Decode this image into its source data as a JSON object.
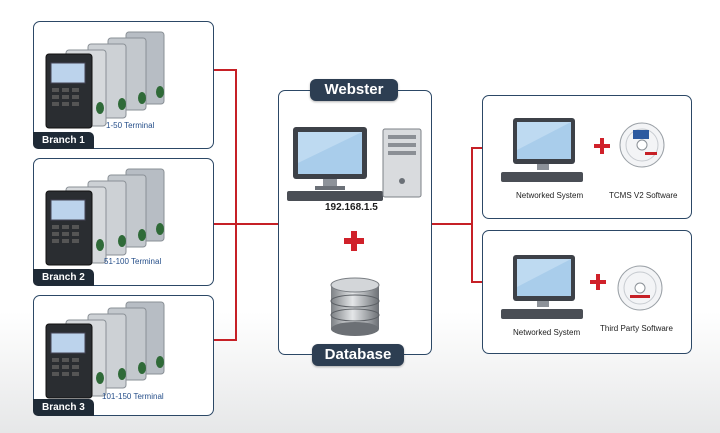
{
  "branches": [
    {
      "tag": "Branch 1",
      "terminal": "1-50 Terminal"
    },
    {
      "tag": "Branch 2",
      "terminal": "51-100 Terminal"
    },
    {
      "tag": "Branch 3",
      "terminal": "101-150 Terminal"
    }
  ],
  "server": {
    "title": "Webster",
    "ip": "192.168.1.5",
    "db_title": "Database"
  },
  "clients": [
    {
      "system": "Networked System",
      "software": "TCMS V2 Software"
    },
    {
      "system": "Networked System",
      "software": "Third Party Software"
    }
  ],
  "colors": {
    "link": "#c62026",
    "border": "#2c4866",
    "tag_bg": "#1f2a36",
    "pill_bg": "#2d3e52",
    "plus": "#d0212a"
  }
}
